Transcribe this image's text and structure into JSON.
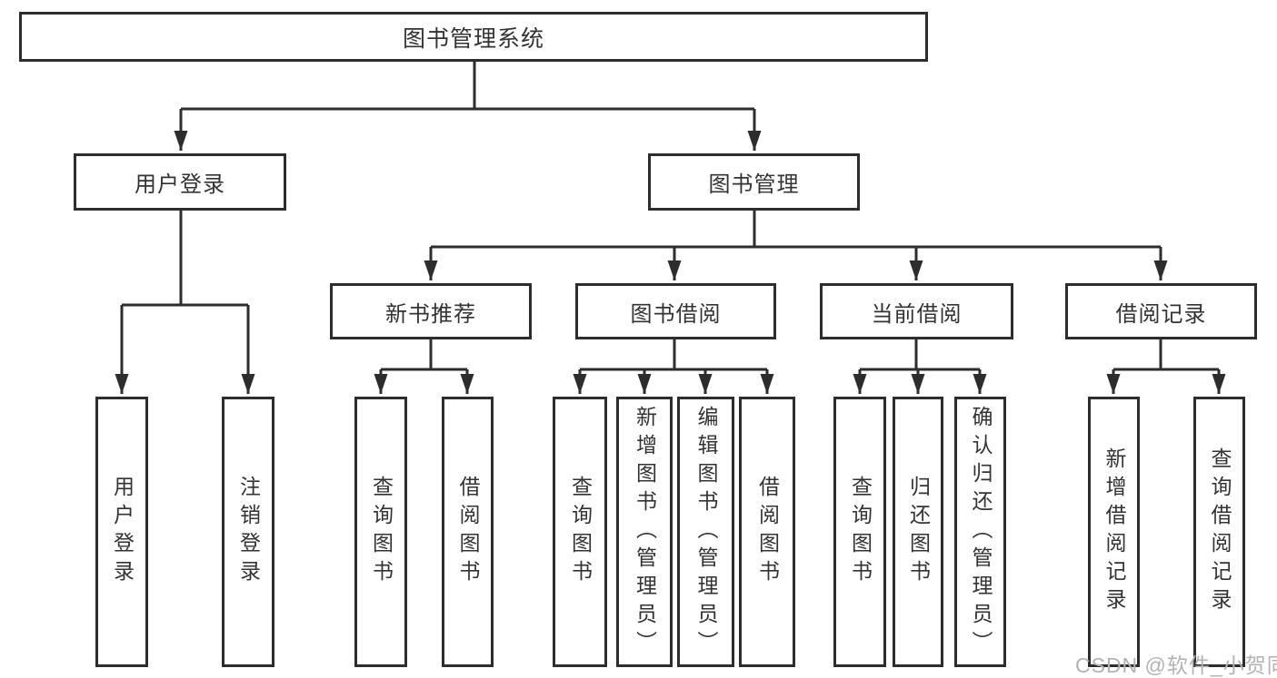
{
  "diagram": {
    "root": {
      "label": "图书管理系统"
    },
    "level2": [
      {
        "label": "用户登录",
        "leaves": [
          "用户登录",
          "注销登录"
        ]
      },
      {
        "label": "图书管理"
      }
    ],
    "level3": [
      {
        "label": "新书推荐",
        "leaves": [
          "查询图书",
          "借阅图书"
        ]
      },
      {
        "label": "图书借阅",
        "leaves": [
          "查询图书",
          "新增图书（管理员）",
          "编辑图书（管理员）",
          "借阅图书"
        ]
      },
      {
        "label": "当前借阅",
        "leaves": [
          "查询图书",
          "归还图书",
          "确认归还（管理员）"
        ]
      },
      {
        "label": "借阅记录",
        "leaves": [
          "新增借阅记录",
          "查询借阅记录"
        ]
      }
    ]
  },
  "watermark": "CSDN @软件_小贺同学",
  "colors": {
    "line": "#2d2d2d",
    "text": "#333333",
    "watermark": "#b3b3b3",
    "background": "#ffffff"
  }
}
